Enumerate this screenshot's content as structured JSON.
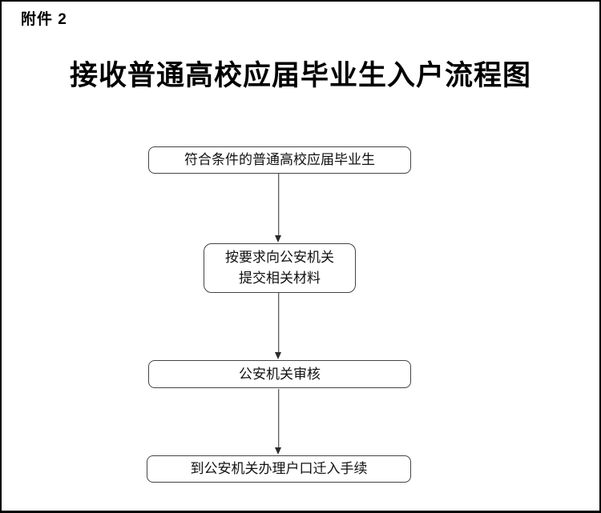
{
  "page": {
    "attachment_label": "附件 2",
    "title": "接收普通高校应届毕业生入户流程图"
  },
  "flowchart": {
    "nodes": [
      {
        "id": "eligible-graduates",
        "label": "符合条件的普通高校应届毕业生"
      },
      {
        "id": "submit-materials",
        "label": "按要求向公安机关\n提交相关材料"
      },
      {
        "id": "police-review",
        "label": "公安机关审核"
      },
      {
        "id": "household-registration",
        "label": "到公安机关办理户口迁入手续"
      }
    ],
    "connections": [
      {
        "from": "eligible-graduates",
        "to": "submit-materials"
      },
      {
        "from": "submit-materials",
        "to": "police-review"
      },
      {
        "from": "police-review",
        "to": "household-registration"
      }
    ]
  },
  "colors": {
    "page_border": "#000000",
    "node_border": "#444444",
    "arrow": "#2b2b2b",
    "text": "#000000",
    "background": "#ffffff"
  }
}
